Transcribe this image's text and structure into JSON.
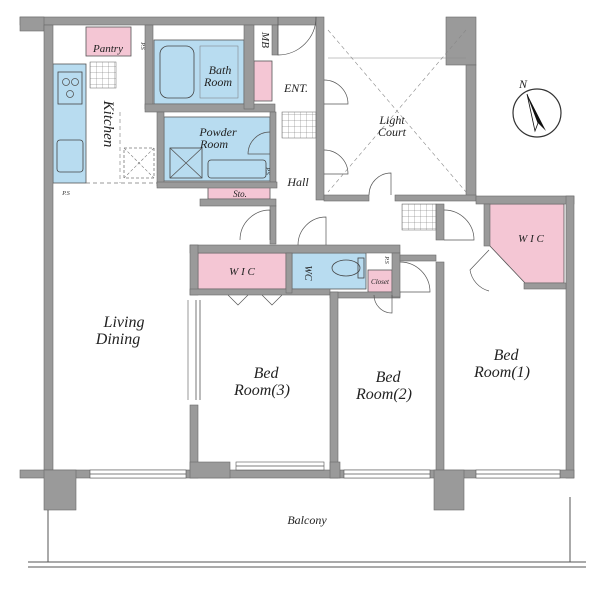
{
  "colors": {
    "wall": "#9a9a9a",
    "water": "#b8dcf0",
    "storage": "#f4c6d4",
    "floor": "#ffffff"
  },
  "labels": {
    "pantry": "Pantry",
    "ps": "P.S",
    "mb": "MB",
    "bath_line1": "Bath",
    "bath_line2": "Room",
    "ent": "ENT.",
    "kitchen": "Kitchen",
    "powder_line1": "Powder",
    "powder_line2": "Room",
    "light_line1": "Light",
    "light_line2": "Court",
    "hall": "Hall",
    "sto": "Sto.",
    "wic": "W I C",
    "wc": "WC",
    "closet": "Closet",
    "living": "Living",
    "dining": "Dining",
    "bed_word": "Bed",
    "room3": "Room(3)",
    "room2": "Room(2)",
    "room1": "Room(1)",
    "balcony": "Balcony"
  },
  "compass": {
    "label": "N",
    "icon": "north-arrow-icon"
  }
}
